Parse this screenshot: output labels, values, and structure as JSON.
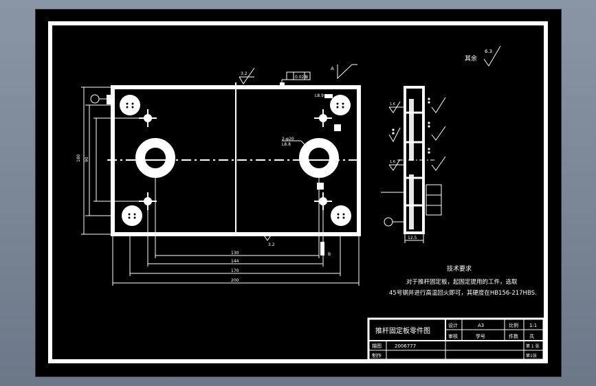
{
  "labels": {
    "other_surfaces": "其余",
    "roughness_main": "6.3",
    "roughness_top": "3.2",
    "roughness_bottom": "3.2",
    "tolerance_value": "0.025",
    "tolerance_datum": "B",
    "datum_a": "A",
    "datum_b": "B",
    "hole_note_1": "2-φ20",
    "hole_note_2": "L8.8",
    "hole_note_3": "L8.9",
    "dim_130": "130",
    "dim_144": "144",
    "dim_170": "170",
    "dim_200": "200",
    "dim_left": "180",
    "dim_left_inner": "90",
    "side_dim": "12.5",
    "side_rough": "1.6"
  },
  "tech": {
    "title": "技术要求",
    "line1": "对于推杆固定板，起固定提用的工件，选取",
    "line2": "45号钢并进行高温回火即可，其硬度在HB156-217HBS."
  },
  "title_block": {
    "part_name": "推杆固定板零件图",
    "r1c1": "设计",
    "r1c2": "A3",
    "r1c3": "比例",
    "r1c4": "1:1",
    "r2c1": "审核",
    "r2c2": "学号",
    "r2c3": "件数",
    "r2c4": "共",
    "r3c1": "描图",
    "r3c2": "2006777",
    "r3c3": "第 1 张",
    "r4c1": "制作",
    "r4c3": "第1张"
  },
  "colors": {
    "background": "#000000",
    "lines": "#ffffff"
  }
}
